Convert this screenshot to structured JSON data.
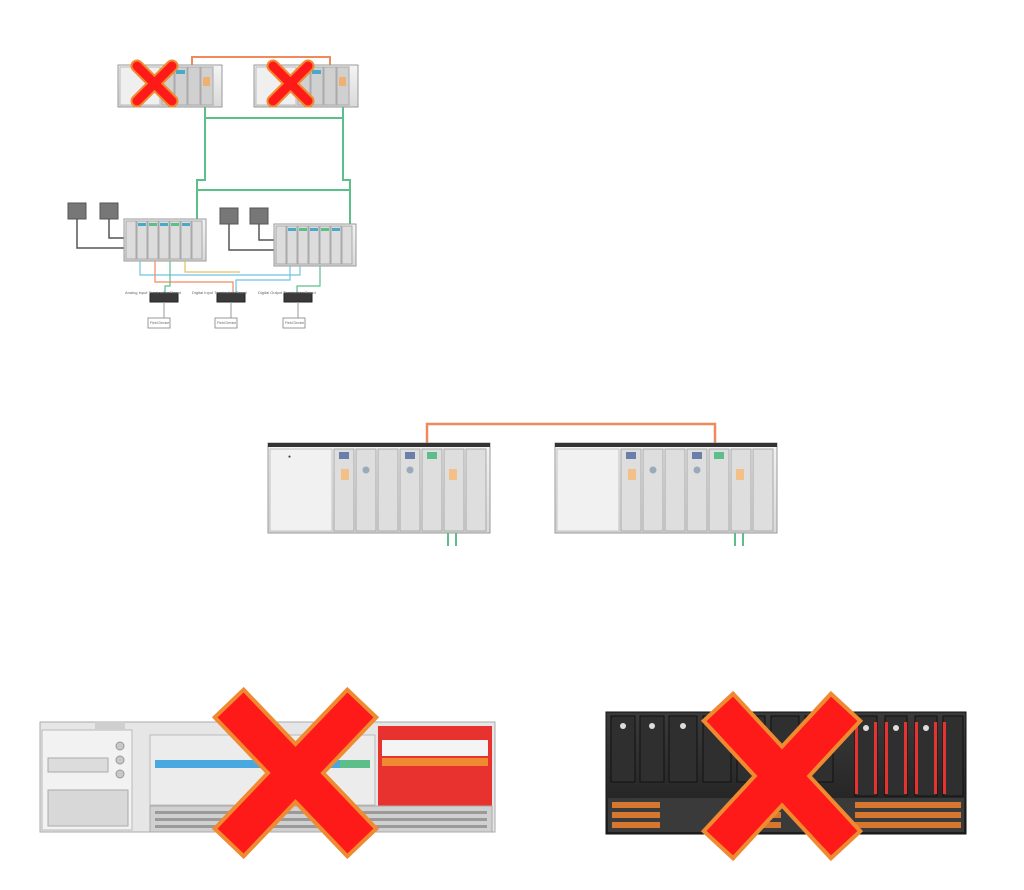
{
  "colors": {
    "redundancy_link": "#f08a5d",
    "network_link": "#5cbf8a",
    "io_link": "#6fc3e0",
    "reject_mark": "#ff1a1a",
    "reject_outline": "#f08a30",
    "chassis_light": "#e8e8e8",
    "chassis_dark": "#2a2a2a",
    "module_accent_red": "#e8322f"
  },
  "top_diagram": {
    "labels": {
      "analog_input": "Analog Input Termination Board",
      "digital_input": "Digital Input Termination Board",
      "digital_output": "Digital Output Termination Board",
      "field_device": "Field Device"
    }
  },
  "icons": [
    "reject-x-icon"
  ]
}
